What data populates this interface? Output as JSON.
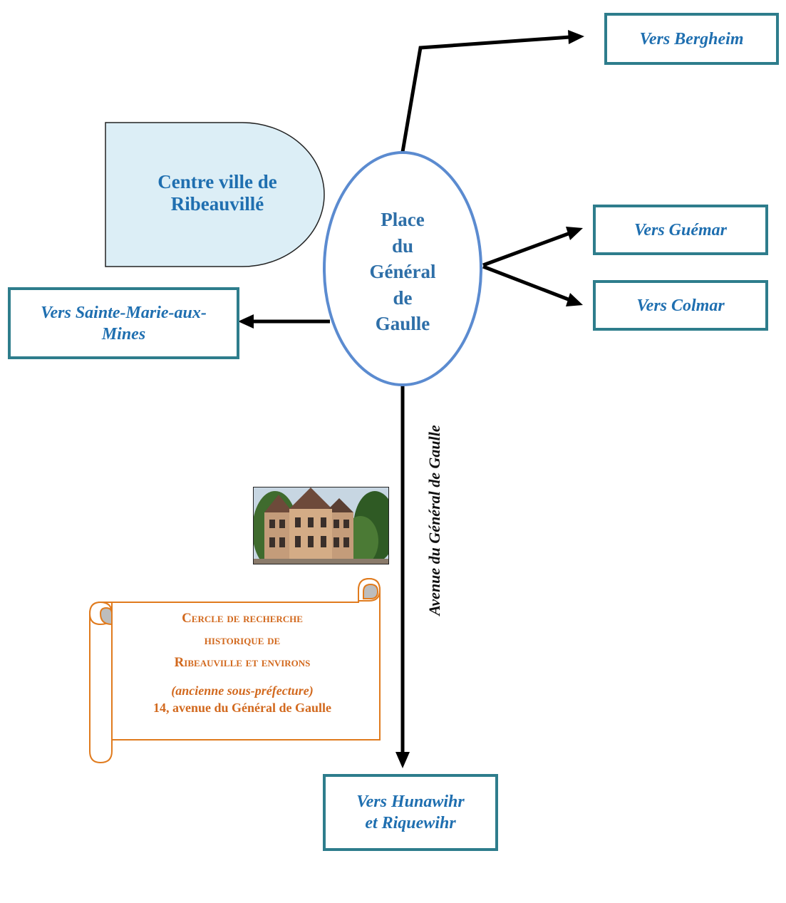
{
  "center_town": "Centre ville de Ribeauvillé",
  "place": {
    "lines": [
      "Place",
      "du",
      "Général",
      "de",
      "Gaulle"
    ]
  },
  "destinations": {
    "bergheim": "Vers Bergheim",
    "guemar": "Vers Guémar",
    "colmar": "Vers Colmar",
    "sainte_marie": "Vers Sainte-Marie-aux-Mines",
    "hunawihr": "Vers Hunawihr et Riquewihr"
  },
  "avenue_label": "Avenue du Général de Gaulle",
  "scroll": {
    "title_line1": "Cercle de recherche",
    "title_line2": "historique de",
    "title_line3": "Ribeauville et environs",
    "subtitle": "(ancienne sous-préfecture)",
    "address": "14, avenue du Général de Gaulle"
  },
  "colors": {
    "box_border": "#2e7d8c",
    "box_text": "#1f6fb0",
    "ellipse_stroke": "#5b8bd0",
    "center_fill": "#dceef6",
    "scroll_orange": "#e07b1e",
    "arrow": "#000000"
  }
}
